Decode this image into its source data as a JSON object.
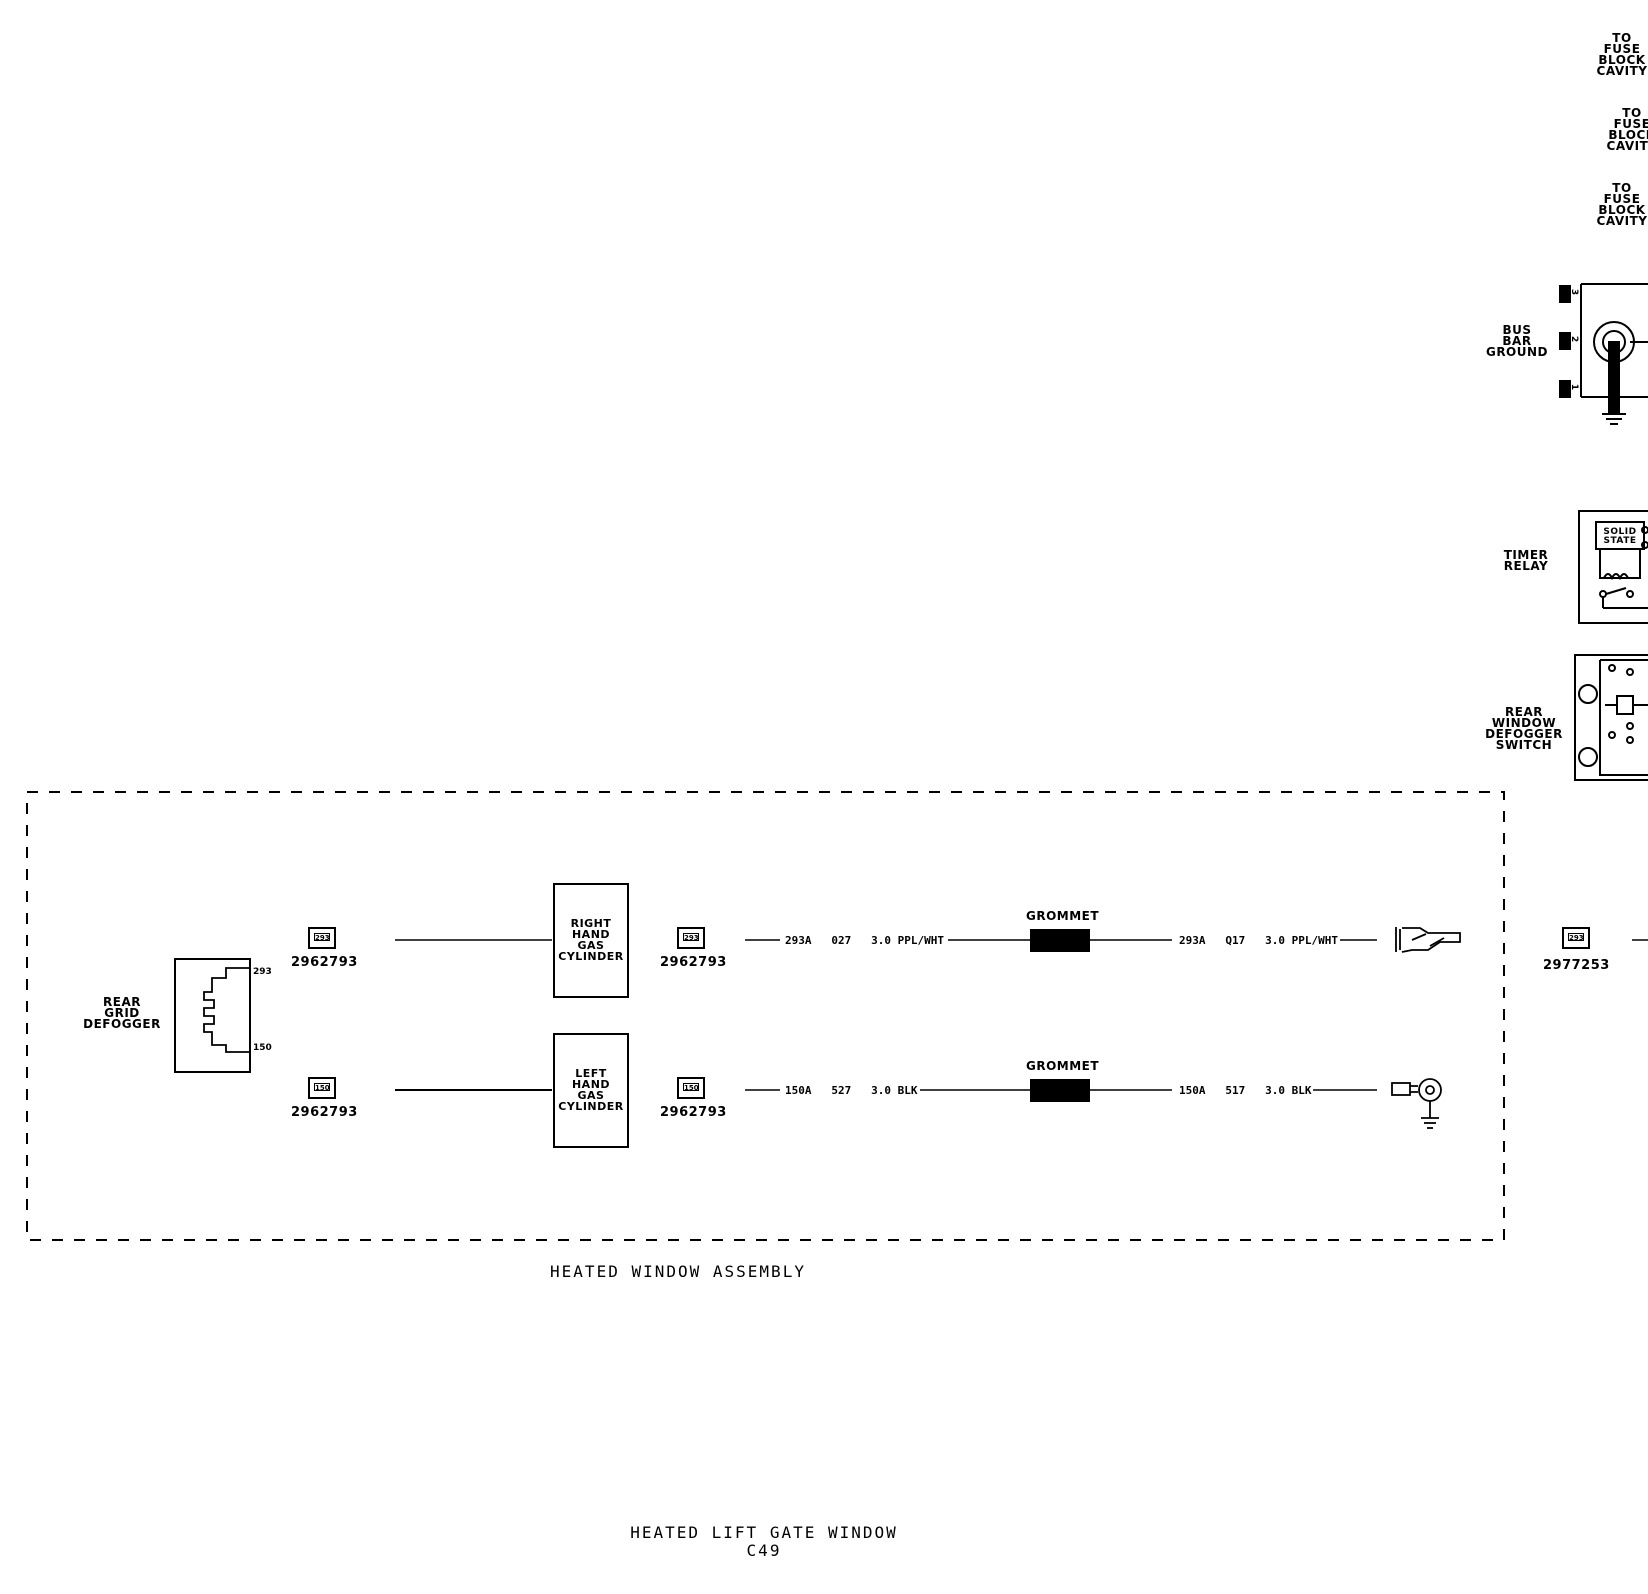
{
  "fuse_refs": [
    {
      "lines": [
        "TO",
        "FUSE",
        "BLOCK",
        "CAVITY"
      ]
    },
    {
      "lines": [
        "TO",
        "FUSE",
        "BLOCK",
        "CAVITY"
      ]
    },
    {
      "lines": [
        "TO",
        "FUSE",
        "BLOCK",
        "CAVITY"
      ]
    }
  ],
  "bus_bar": {
    "lines": [
      "BUS",
      "BAR",
      "GROUND"
    ],
    "pins": [
      "3",
      "2",
      "1"
    ]
  },
  "timer_relay": {
    "lines": [
      "TIMER",
      "RELAY"
    ],
    "inner": [
      "SOLID",
      "STATE"
    ]
  },
  "defogger_switch": {
    "lines": [
      "REAR",
      "WINDOW",
      "DEFOGGER",
      "SWITCH"
    ]
  },
  "rear_grid": {
    "lines": [
      "REAR",
      "GRID",
      "DEFOGGER"
    ],
    "pin_top": "293",
    "pin_bottom": "150"
  },
  "connectors": {
    "c1": {
      "pin": "293",
      "part": "2962793"
    },
    "c2": {
      "pin": "150",
      "part": "2962793"
    },
    "c3": {
      "pin": "293",
      "part": "2962793"
    },
    "c4": {
      "pin": "150",
      "part": "2962793"
    },
    "c5": {
      "pin": "293",
      "part": "2977253"
    }
  },
  "cylinders": {
    "right": {
      "lines": [
        "RIGHT",
        "HAND",
        "GAS",
        "CYLINDER"
      ]
    },
    "left": {
      "lines": [
        "LEFT",
        "HAND",
        "GAS",
        "CYLINDER"
      ]
    }
  },
  "wires": {
    "top_left": "293A   027   3.0 PPL/WHT",
    "top_right": "293A   Q17   3.0 PPL/WHT",
    "bottom_left": "150A   527   3.0 BLK",
    "bottom_right": "150A   517   3.0 BLK"
  },
  "grommet_top": "GROMMET",
  "grommet_bottom": "GROMMET",
  "assembly_label": "HEATED WINDOW ASSEMBLY",
  "title": "HEATED LIFT GATE WINDOW",
  "subtitle": "C49"
}
